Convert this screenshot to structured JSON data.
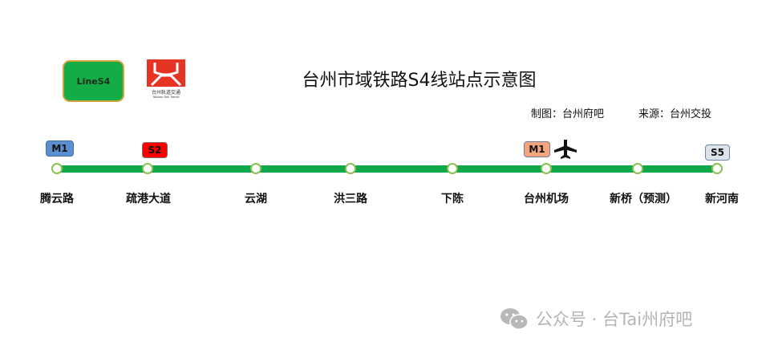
{
  "title": "台州市域铁路S4线站点示意图",
  "line_badge": "LineS4",
  "logo": {
    "cn": "台州轨道交通",
    "en": "Taizhou Rail Transit"
  },
  "credits": {
    "map": "制图：台州府吧",
    "source": "来源：台州交投"
  },
  "colors": {
    "line": "#0fa84a",
    "M1_blue": "#5b8fd0",
    "S2": "#ff0000",
    "M1_orange": "#f4a57d",
    "S5": "#dde3ea"
  },
  "stations": [
    {
      "name": "腾云路",
      "transfer": "M1"
    },
    {
      "name": "疏港大道",
      "transfer": "S2"
    },
    {
      "name": "云湖"
    },
    {
      "name": "洪三路"
    },
    {
      "name": "下陈"
    },
    {
      "name": "台州机场",
      "transfer": "M1",
      "icon": "airplane-icon"
    },
    {
      "name": "新桥（预测）"
    },
    {
      "name": "新河南",
      "transfer": "S5"
    }
  ],
  "watermark": "公众号 · 台Tai州府吧"
}
